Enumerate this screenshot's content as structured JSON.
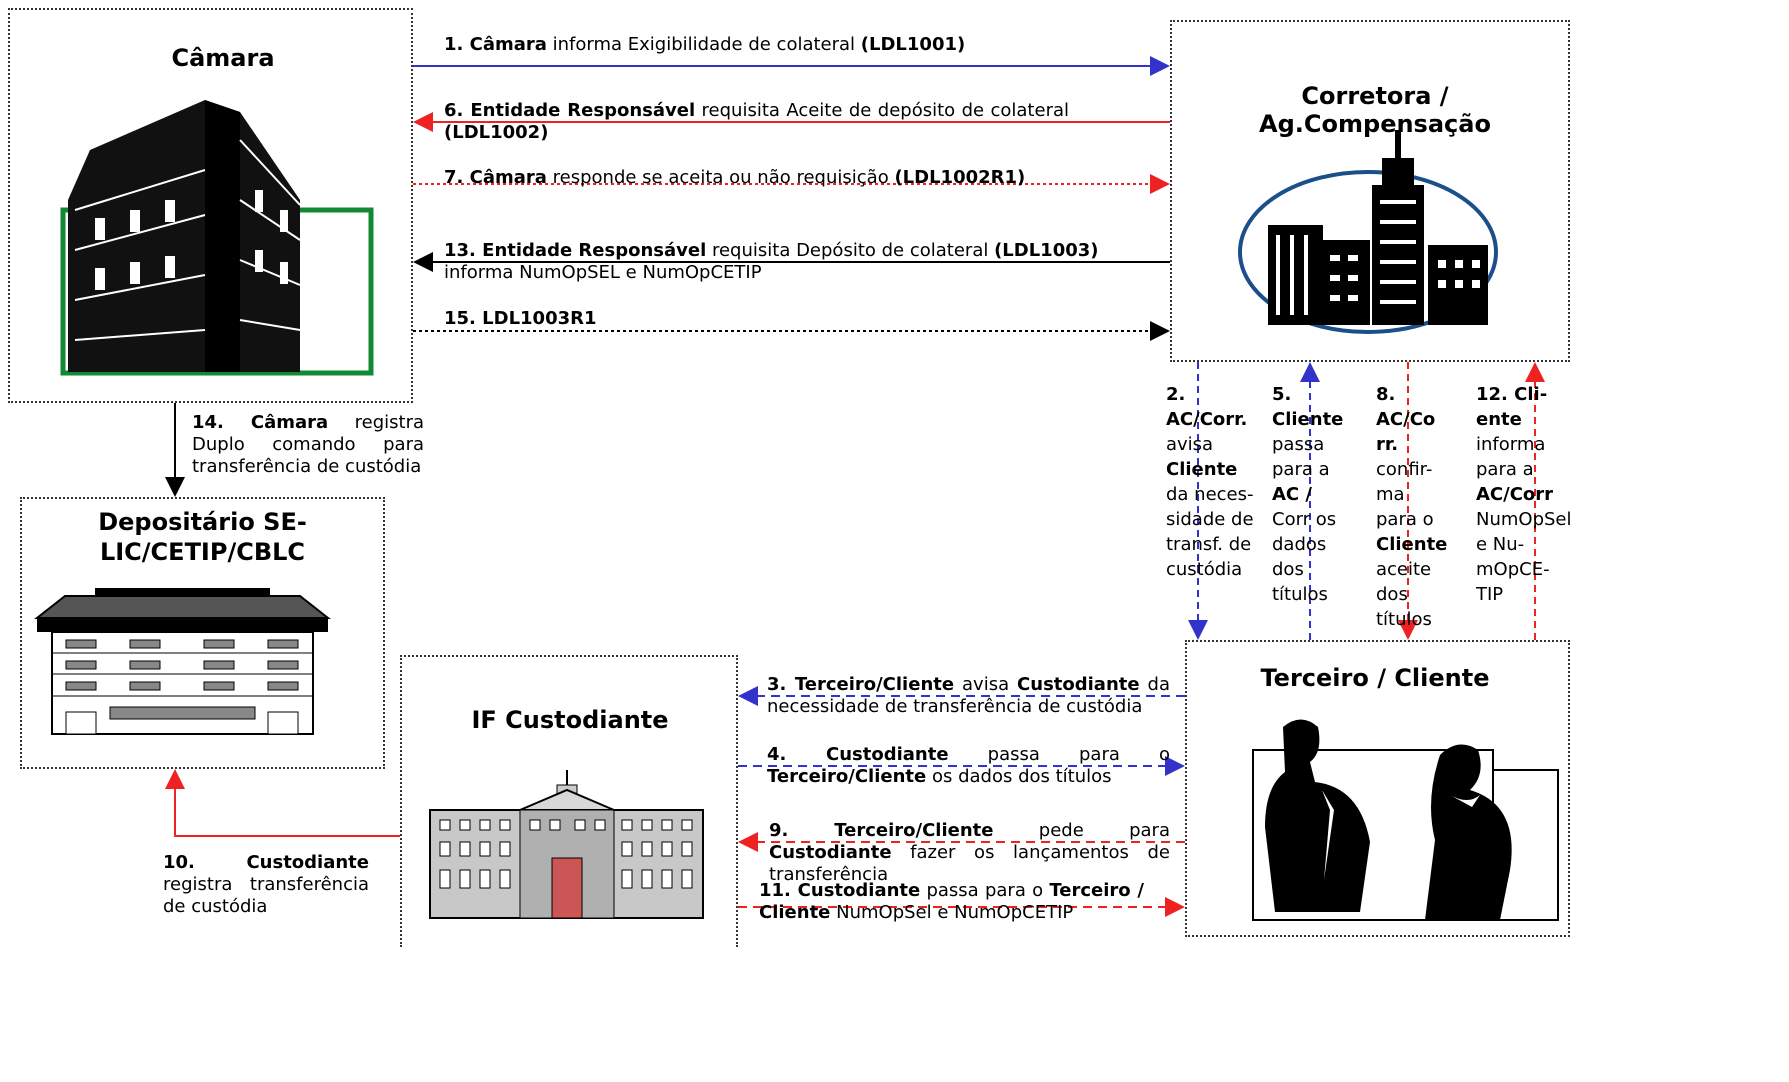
{
  "boxes": {
    "camara": "Câmara",
    "corretora": "Corretora / Ag.Compensação",
    "depositario_l1": "Depositário SE-",
    "depositario_l2": "LIC/CETIP/CBLC",
    "custodiante": "IF Custodiante",
    "cliente": "Terceiro / Cliente"
  },
  "steps": {
    "s1": {
      "n": "1. Câmara",
      "t": " informa Exigibilidade de colateral ",
      "c": "(LDL1001)"
    },
    "s6": {
      "n": "6. Entidade Responsável",
      "t": " requisita Aceite de depósito de colateral ",
      "c": "(LDL1002)"
    },
    "s7": {
      "n": "7. Câmara",
      "t": " responde se aceita ou não requisição ",
      "c": "(LDL1002R1)"
    },
    "s13": {
      "n": "13. Entidade Responsável",
      "t": " requisita Depósito de colateral ",
      "c": "(LDL1003)",
      "t2": "informa NumOpSEL e NumOpCETIP"
    },
    "s15": {
      "n": "15. LDL1003R1"
    },
    "s14": {
      "n": "14. Câmara",
      "t": " registra Duplo comando para transferência de custódia"
    },
    "s10": {
      "n": "10. Custodiante",
      "t": " registra transferência de custódia"
    },
    "s3": {
      "n": "3. Terceiro/Cliente",
      "t": " avisa ",
      "c": "Custodiante",
      "t2": " da necessidade de transferência de custódia"
    },
    "s4": {
      "n": "4. Custodiante",
      "t": " passa para o ",
      "c": "Terceiro/Cliente",
      "t2": " os dados dos títulos"
    },
    "s9": {
      "n": "9. Terceiro/Cliente",
      "t": " pede para ",
      "c": "Custodiante",
      "t2": " fazer os lançamentos de transferência"
    },
    "s11": {
      "n": "11. Custodiante",
      "t": " passa para o ",
      "c": "Terceiro / Cliente",
      "t2": " NumOpSel e NumOpCETIP"
    }
  },
  "vertical_steps": {
    "s2": [
      "2.",
      "AC/Corr.",
      "avisa",
      "Cliente",
      "da neces-",
      "sidade de",
      "transf. de",
      "custódia"
    ],
    "s5": [
      "5.",
      "Cliente",
      "passa",
      "para a",
      "AC /",
      "Corr os",
      "dados",
      "dos",
      "títulos"
    ],
    "s8": [
      "8.",
      "AC/Co",
      "rr.",
      "confir-",
      "ma",
      "para o",
      "Cliente",
      "aceite",
      "dos",
      "títulos"
    ],
    "s12": [
      "12. Cli-",
      "ente",
      "informa",
      "para a",
      "AC/Corr",
      "NumOpSel",
      "e Nu-",
      "mOpCE-",
      "TIP"
    ]
  },
  "colors": {
    "blue": "#3333cc",
    "red": "#ee2222",
    "green": "#118833",
    "black": "#000000"
  }
}
